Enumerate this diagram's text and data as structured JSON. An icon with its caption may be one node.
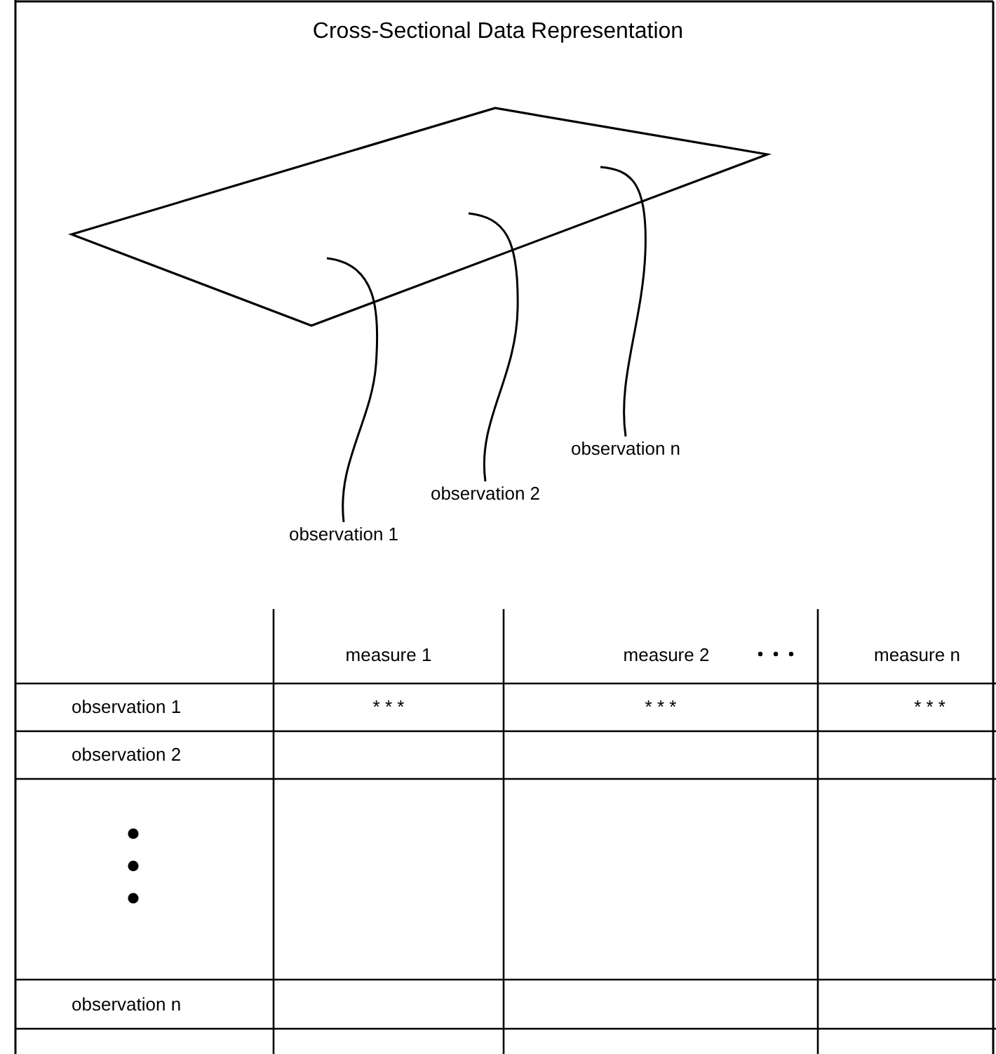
{
  "diagram": {
    "title": "Cross-Sectional Data Representation",
    "nodes": [
      {
        "text": [],
        "shape": "parallelogram"
      },
      {
        "text": [
          "observation 1"
        ]
      },
      {
        "text": [
          "observation 2"
        ]
      },
      {
        "text": [
          "observation n"
        ]
      }
    ],
    "edges": [
      {
        "from": 1,
        "to": 0,
        "arrow": "none"
      },
      {
        "from": 2,
        "to": 0,
        "arrow": "none"
      },
      {
        "from": 3,
        "to": 0,
        "arrow": "none"
      }
    ],
    "labels": [
      "measure 1",
      "measure 2",
      "measure n",
      "observation 1",
      "* * *",
      "* * *",
      "* * *",
      "observation 2",
      "observation n"
    ]
  }
}
